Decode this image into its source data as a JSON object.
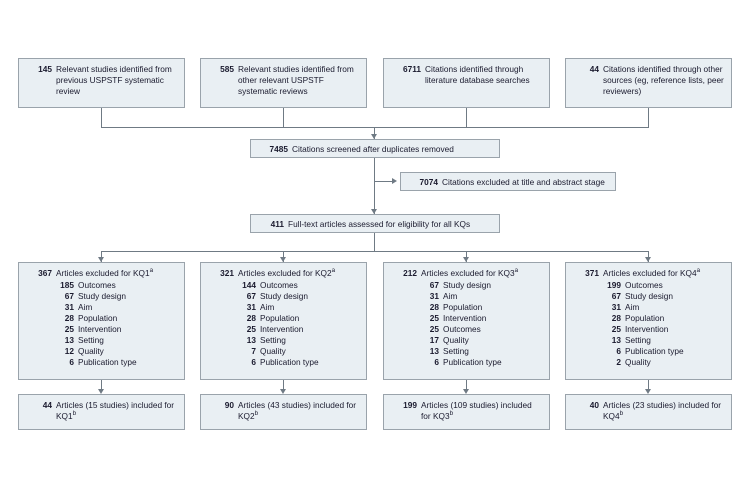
{
  "sources": [
    {
      "count": "145",
      "text": "Relevant studies identified from previous USPSTF systematic review"
    },
    {
      "count": "585",
      "text": "Relevant studies identified from other relevant USPSTF systematic reviews"
    },
    {
      "count": "6711",
      "text": "Citations identified through literature database searches"
    },
    {
      "count": "44",
      "text": "Citations identified through other sources (eg, reference lists, peer reviewers)"
    }
  ],
  "screened": {
    "count": "7485",
    "text": "Citations screened after duplicates removed"
  },
  "excluded_screening": {
    "count": "7074",
    "text": "Citations excluded at title and abstract stage"
  },
  "fulltext": {
    "count": "411",
    "text": "Full-text articles assessed for eligibility for all KQs"
  },
  "exclusions": [
    {
      "count": "367",
      "text": "Articles excluded for KQ1",
      "footnote": "a",
      "reasons": [
        {
          "n": "185",
          "label": "Outcomes"
        },
        {
          "n": "67",
          "label": "Study design"
        },
        {
          "n": "31",
          "label": "Aim"
        },
        {
          "n": "28",
          "label": "Population"
        },
        {
          "n": "25",
          "label": "Intervention"
        },
        {
          "n": "13",
          "label": "Setting"
        },
        {
          "n": "12",
          "label": "Quality"
        },
        {
          "n": "6",
          "label": "Publication type"
        }
      ]
    },
    {
      "count": "321",
      "text": "Articles excluded for KQ2",
      "footnote": "a",
      "reasons": [
        {
          "n": "144",
          "label": "Outcomes"
        },
        {
          "n": "67",
          "label": "Study design"
        },
        {
          "n": "31",
          "label": "Aim"
        },
        {
          "n": "28",
          "label": "Population"
        },
        {
          "n": "25",
          "label": "Intervention"
        },
        {
          "n": "13",
          "label": "Setting"
        },
        {
          "n": "7",
          "label": "Quality"
        },
        {
          "n": "6",
          "label": "Publication type"
        }
      ]
    },
    {
      "count": "212",
      "text": "Articles excluded for KQ3",
      "footnote": "a",
      "reasons": [
        {
          "n": "67",
          "label": "Study design"
        },
        {
          "n": "31",
          "label": "Aim"
        },
        {
          "n": "28",
          "label": "Population"
        },
        {
          "n": "25",
          "label": "Intervention"
        },
        {
          "n": "25",
          "label": "Outcomes"
        },
        {
          "n": "17",
          "label": "Quality"
        },
        {
          "n": "13",
          "label": "Setting"
        },
        {
          "n": "6",
          "label": "Publication type"
        }
      ]
    },
    {
      "count": "371",
      "text": "Articles excluded for KQ4",
      "footnote": "a",
      "reasons": [
        {
          "n": "199",
          "label": "Outcomes"
        },
        {
          "n": "67",
          "label": "Study design"
        },
        {
          "n": "31",
          "label": "Aim"
        },
        {
          "n": "28",
          "label": "Population"
        },
        {
          "n": "25",
          "label": "Intervention"
        },
        {
          "n": "13",
          "label": "Setting"
        },
        {
          "n": "6",
          "label": "Publication type"
        },
        {
          "n": "2",
          "label": "Quality"
        }
      ]
    }
  ],
  "inclusions": [
    {
      "count": "44",
      "text": "Articles (15 studies) included for KQ1",
      "footnote": "b"
    },
    {
      "count": "90",
      "text": "Articles (43 studies) included for KQ2",
      "footnote": "b"
    },
    {
      "count": "199",
      "text": "Articles (109 studies) included for KQ3",
      "footnote": "b"
    },
    {
      "count": "40",
      "text": "Articles (23 studies) included for KQ4",
      "footnote": "b"
    }
  ],
  "colors": {
    "box_fill": "#e9eff3",
    "box_border": "#9aa3ab",
    "connector": "#6f7a84",
    "text": "#1a1a2e"
  }
}
